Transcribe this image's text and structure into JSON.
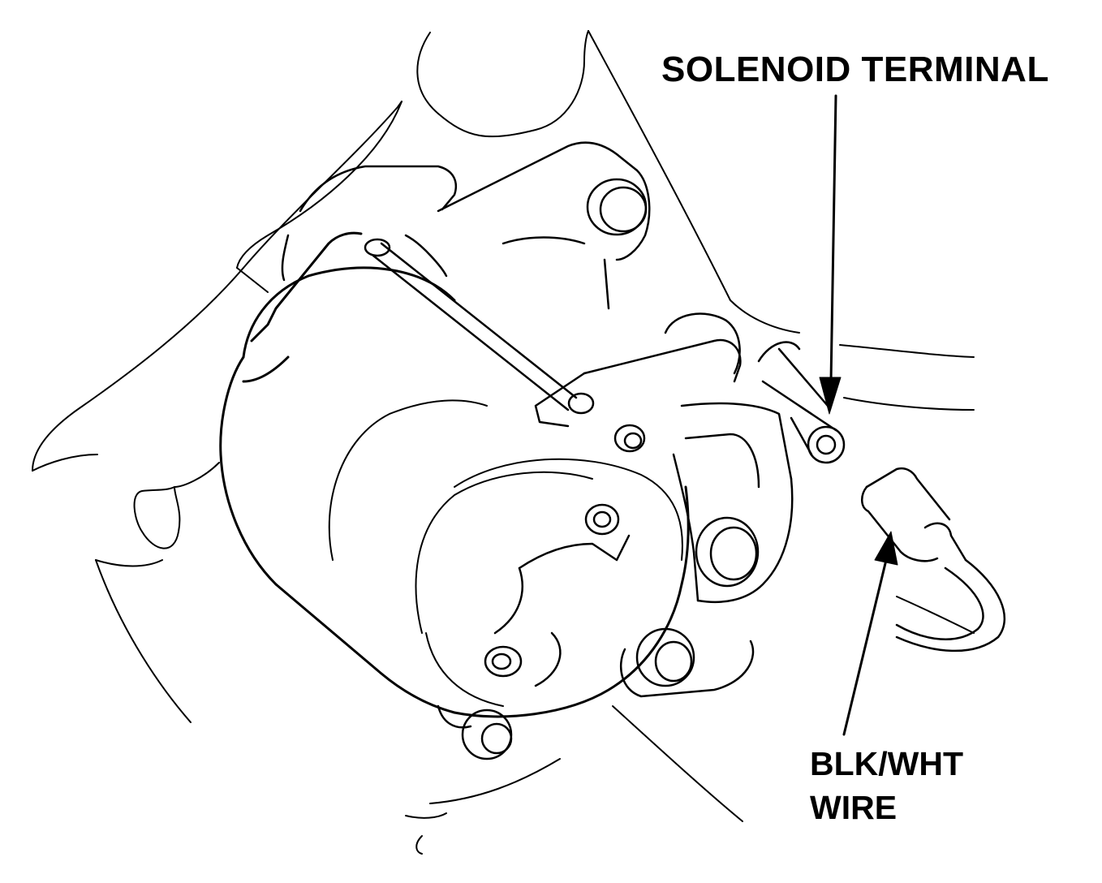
{
  "labels": {
    "solenoid_terminal": "SOLENOID TERMINAL",
    "blk_wht_wire_line1": "BLK/WHT",
    "blk_wht_wire_line2": "WIRE"
  },
  "colors": {
    "line": "#000000",
    "background": "#ffffff"
  },
  "icons": [
    "arrow-icon"
  ]
}
